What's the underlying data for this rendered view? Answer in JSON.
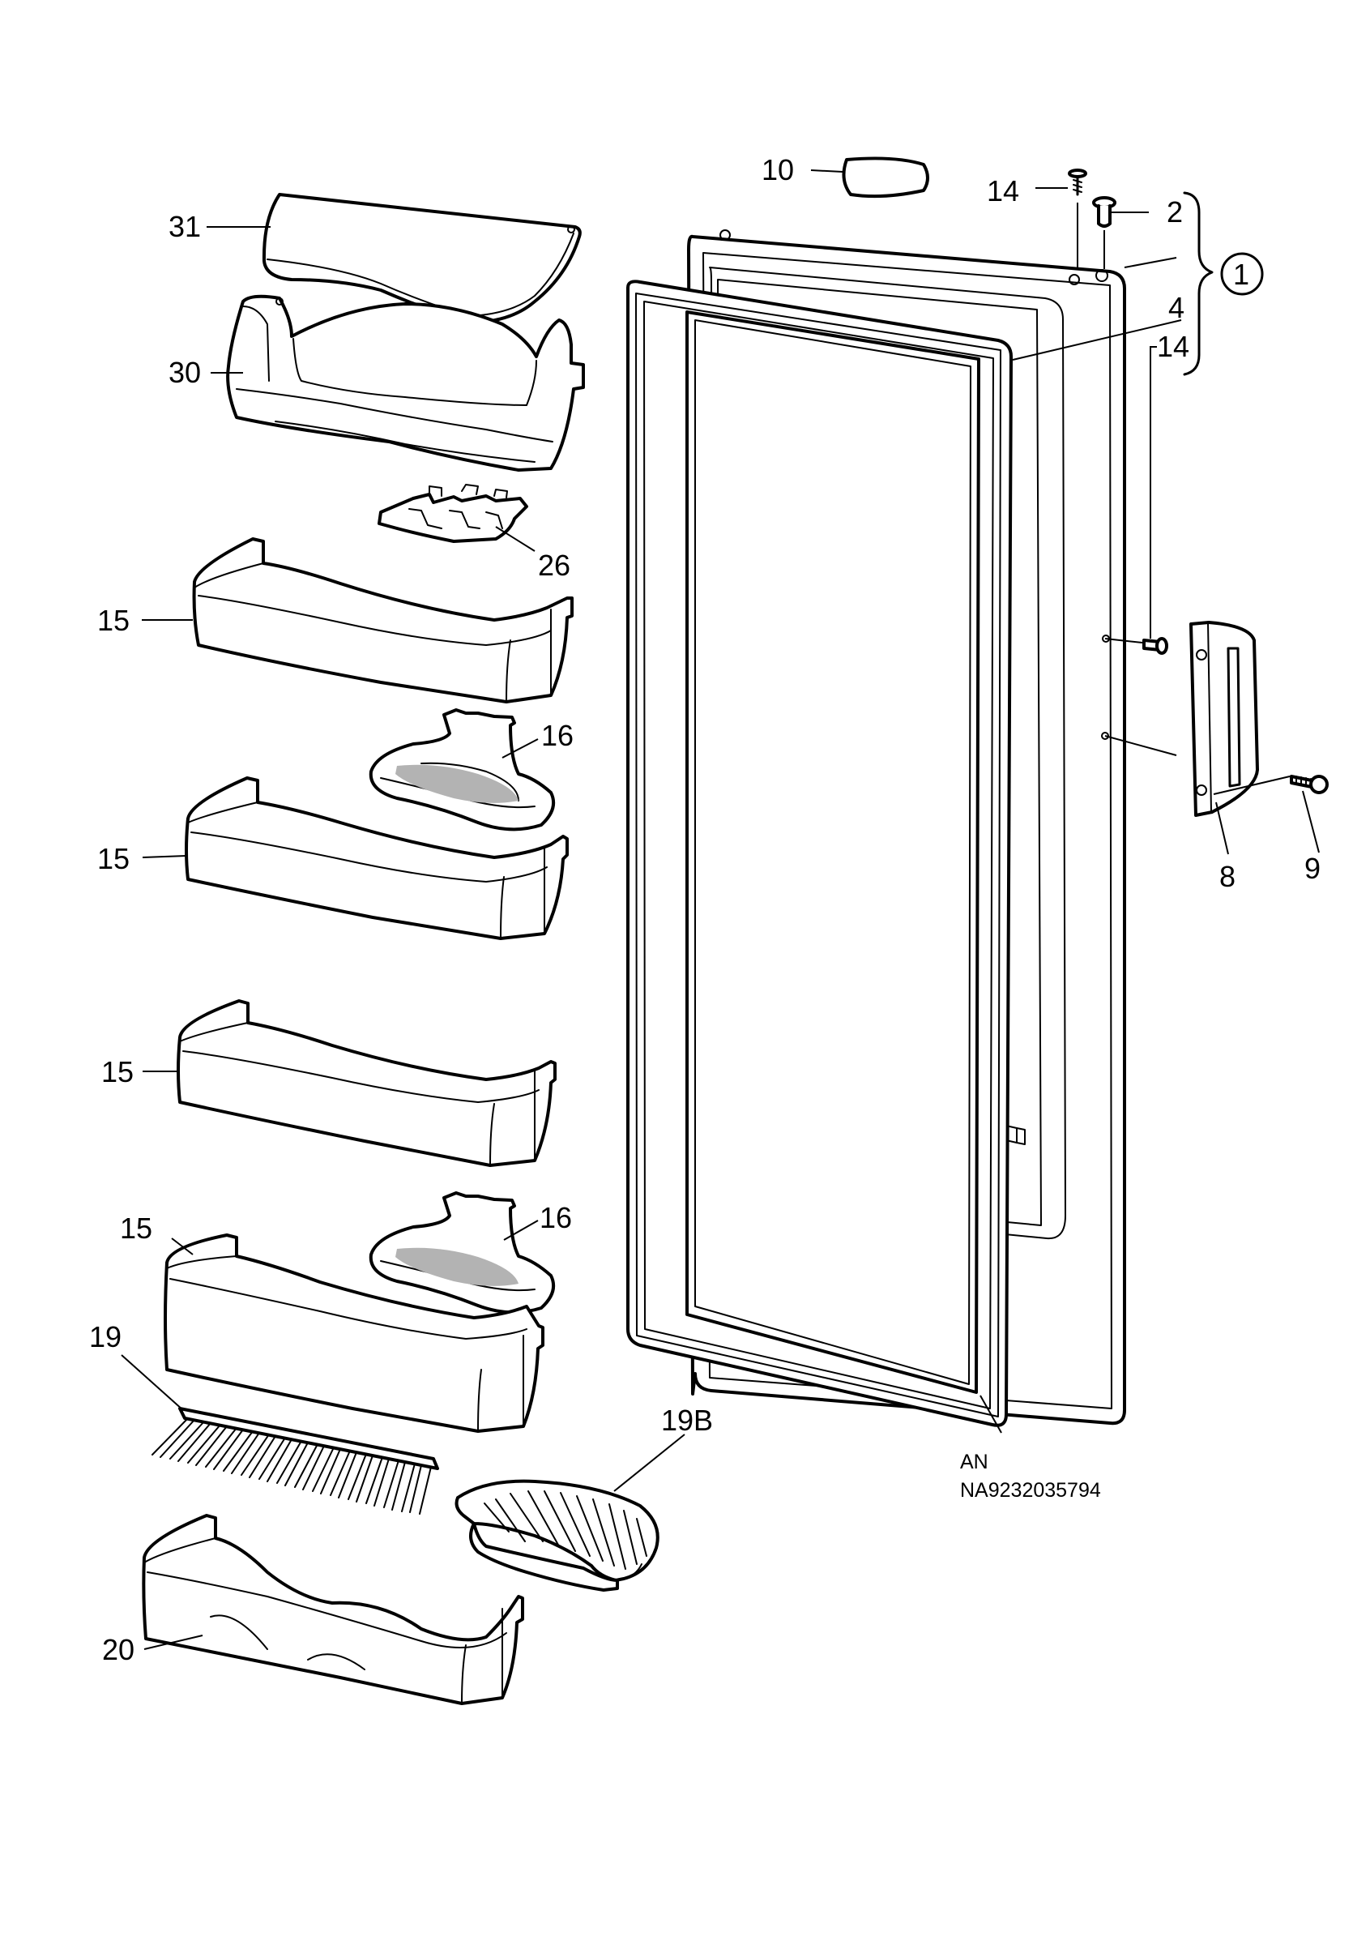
{
  "callouts": {
    "c10": "10",
    "c14_top": "14",
    "c2": "2",
    "c1": "1",
    "c4": "4",
    "c14_side": "14",
    "c31": "31",
    "c30": "30",
    "c26": "26",
    "c15_a": "15",
    "c16_a": "16",
    "c15_b": "15",
    "c15_c": "15",
    "c16_b": "16",
    "c15_d": "15",
    "c19": "19",
    "c19b": "19B",
    "c20": "20",
    "c8": "8",
    "c9": "9"
  },
  "drawing_code": {
    "line1": "AN",
    "line2": "NA9232035794"
  }
}
